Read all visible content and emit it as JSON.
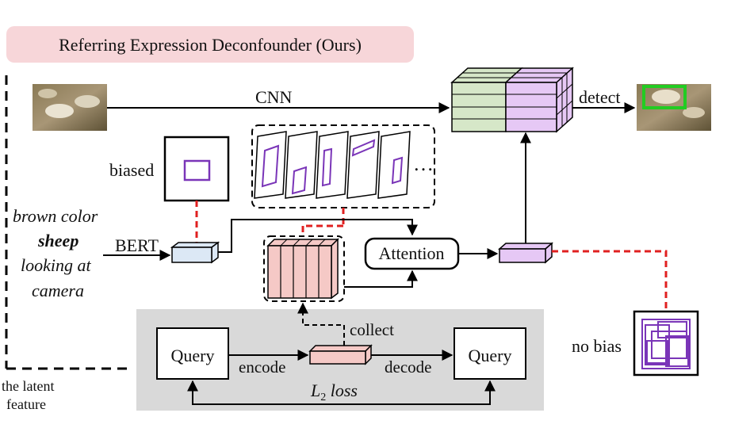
{
  "title": "Referring Expression Deconfounder (Ours)",
  "labels": {
    "cnn": "CNN",
    "detect": "detect",
    "biased": "biased",
    "bert": "BERT",
    "attention": "Attention",
    "collect": "collect",
    "encode": "encode",
    "decode": "decode",
    "query_left": "Query",
    "query_right": "Query",
    "l2_loss_main": "L",
    "l2_loss_sub": "2",
    "l2_loss_word": " loss",
    "no_bias": "no bias",
    "ellipsis": "…",
    "latent_line1": "the latent",
    "latent_line2": "feature"
  },
  "expression": {
    "line1": "brown color",
    "line2": "sheep",
    "line3": "looking at",
    "line4": "camera"
  },
  "colors": {
    "title_bg": "#f7d6d9",
    "gray_panel": "#d9d9d9",
    "green_feat": "#d6e7c8",
    "purple_feat": "#e6c8f5",
    "pink_feat": "#f5c9c6",
    "blue_feat": "#dce8f5",
    "box_purple": "#7a35b8",
    "red_dash": "#e02020",
    "detect_green": "#22cc22"
  }
}
